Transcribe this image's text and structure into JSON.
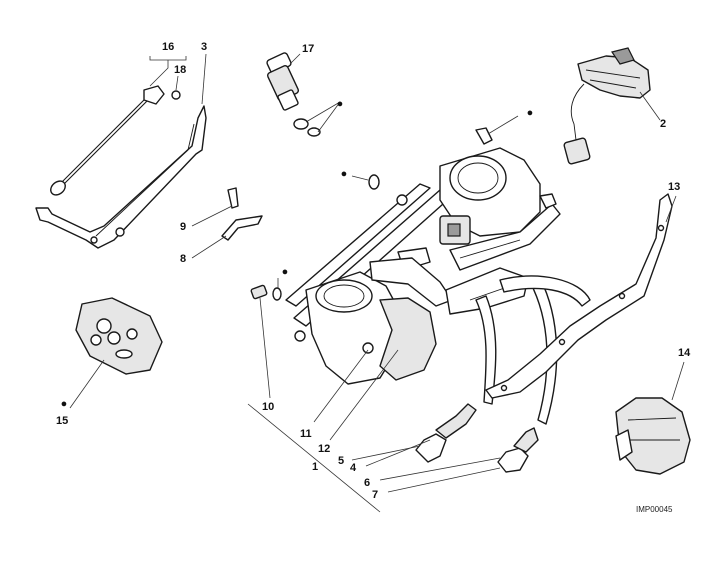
{
  "callouts": {
    "c1": "1",
    "c2": "2",
    "c3": "3",
    "c4": "4",
    "c5": "5",
    "c6": "6",
    "c7": "7",
    "c8": "8",
    "c9": "9",
    "c10": "10",
    "c11": "11",
    "c12": "12",
    "c13": "13",
    "c14": "14",
    "c15": "15",
    "c16": "16",
    "c17": "17",
    "c18": "18"
  },
  "reference_code": "IMP00045",
  "marker_symbol": "●"
}
